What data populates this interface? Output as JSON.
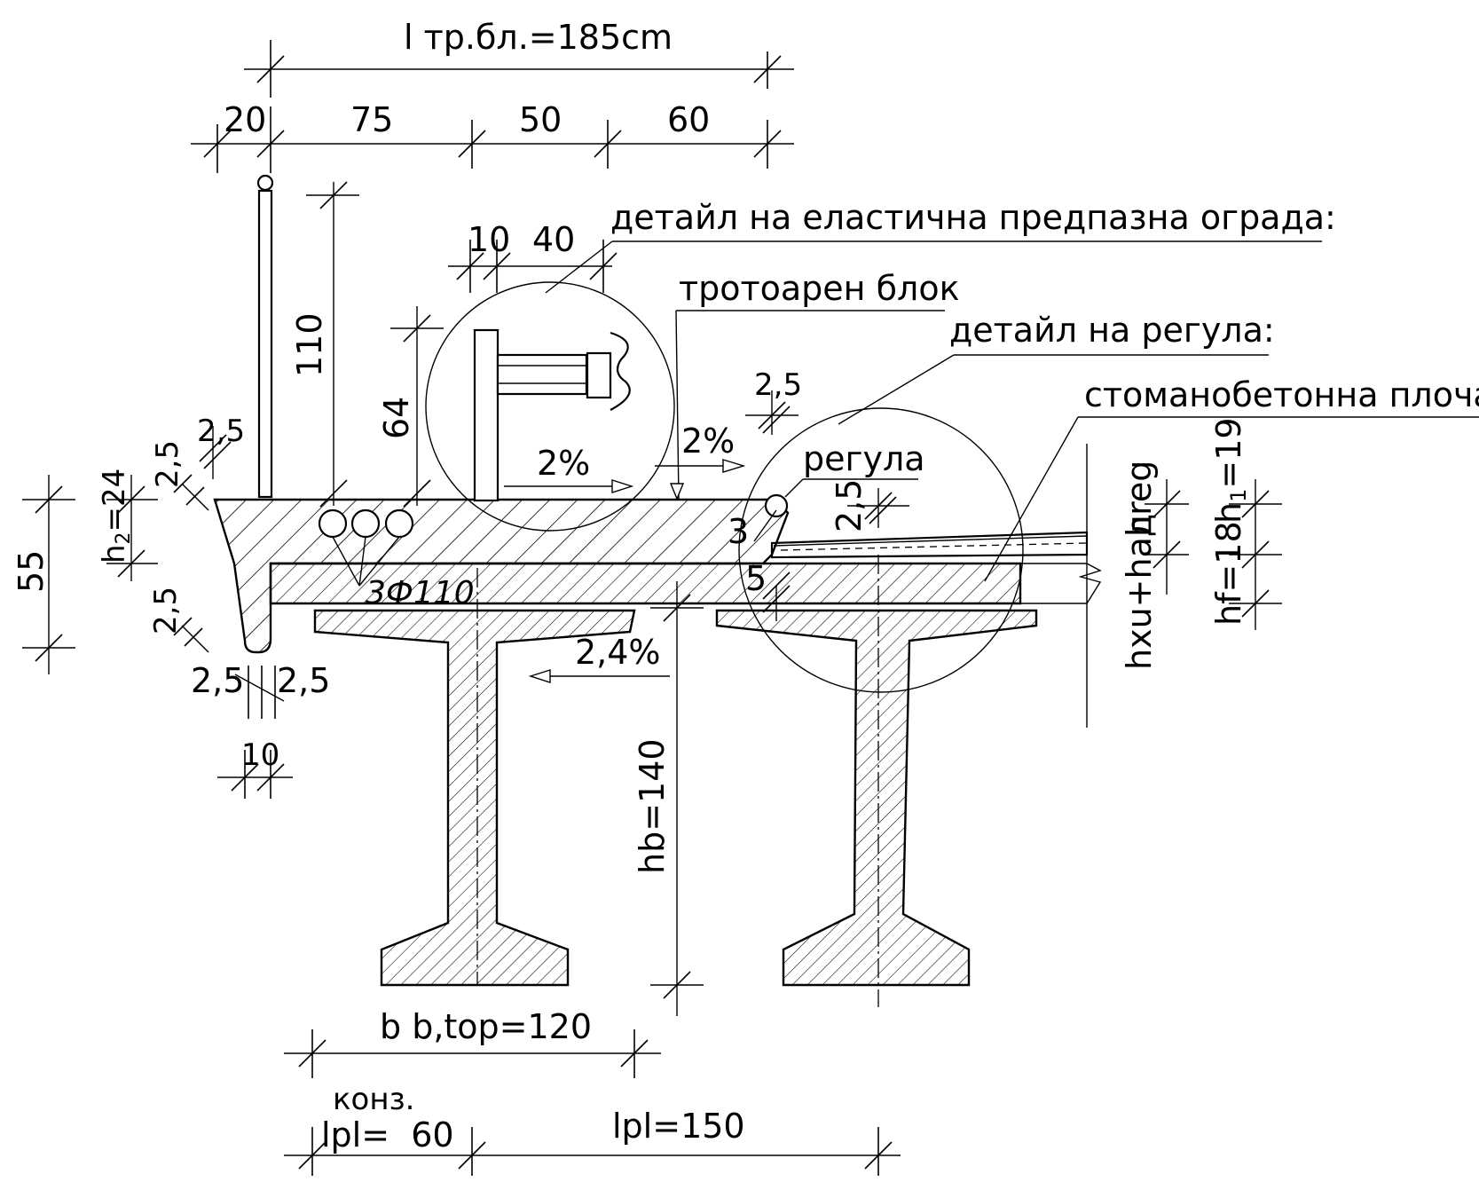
{
  "dims": {
    "l_tr_bl": "l тр.бл.=185cm",
    "d20": "20",
    "d75": "75",
    "d50": "50",
    "d60": "60",
    "d10a": "10",
    "d40": "40",
    "d110": "110",
    "d64": "64",
    "d55": "55",
    "h2": "h",
    "h2_sub": "2",
    "h2_val": "=24",
    "d25_a": "2,5",
    "d25_b": "2,5",
    "d25_c": "2,5",
    "d25_d": "2,5",
    "d25_e": "2,5",
    "d25_f": "2,5",
    "d25_g": "2,5",
    "d10b": "10",
    "d3": "3",
    "d5": "5",
    "hb": "hb=140",
    "b_top": "b b,top=120",
    "konz": "конз.",
    "lpl60": "lpl=  60",
    "lpl150": "lpl=150",
    "hxu": "hxu+hад",
    "hreg": "hreg",
    "hf": "hf=18",
    "h1": "h",
    "h1_sub": "1",
    "h1_val": "=19"
  },
  "labels": {
    "detail_guard": "детайл на еластична предпазна ограда:",
    "sidewalk_block": "тротоарен блок",
    "detail_regula": "детайл на регула:",
    "rc_slab": "стоманобетонна плоча",
    "regula": "регула",
    "pipes": "3Ф110",
    "slope1": "2%",
    "slope2": "2%",
    "slope3": "2,4%"
  }
}
